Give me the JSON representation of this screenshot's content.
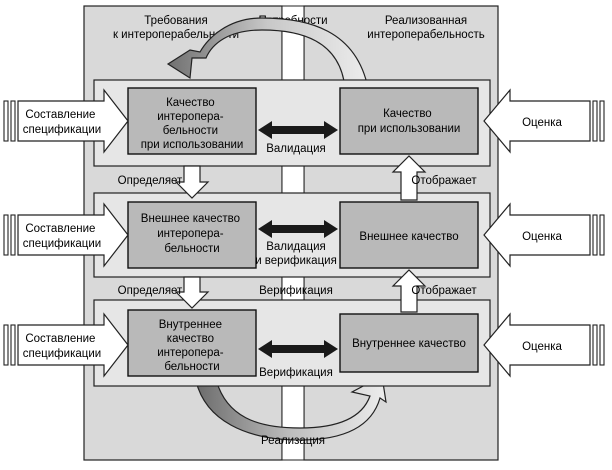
{
  "headers": {
    "left": [
      "Требования",
      "к интероперабельности"
    ],
    "center": "Потребности",
    "right": [
      "Реализованная",
      "интероперабельность"
    ]
  },
  "rows": [
    {
      "spec": [
        "Составление",
        "спецификации"
      ],
      "left_box": [
        "Качество",
        "интеропера-",
        "бельности",
        "при использовании"
      ],
      "right_box": [
        "Качество",
        "при использовании"
      ],
      "middle": [
        "Валидация"
      ],
      "eval": "Оценка"
    },
    {
      "spec": [
        "Составление",
        "спецификации"
      ],
      "left_box": [
        "Внешнее качество",
        "интеропера-",
        "бельности"
      ],
      "right_box": [
        "Внешнее качество"
      ],
      "middle": [
        "Валидация",
        "и верификация"
      ],
      "eval": "Оценка"
    },
    {
      "spec": [
        "Составление",
        "спецификации"
      ],
      "left_box": [
        "Внутреннее",
        "качество",
        "интеропера-",
        "бельности"
      ],
      "right_box": [
        "Внутреннее качество"
      ],
      "middle": [
        "Верификация"
      ],
      "eval": "Оценка"
    }
  ],
  "connectors": {
    "defines": "Определяет",
    "reflects": "Отображает",
    "verification": "Верификация"
  },
  "footer": "Реализация"
}
